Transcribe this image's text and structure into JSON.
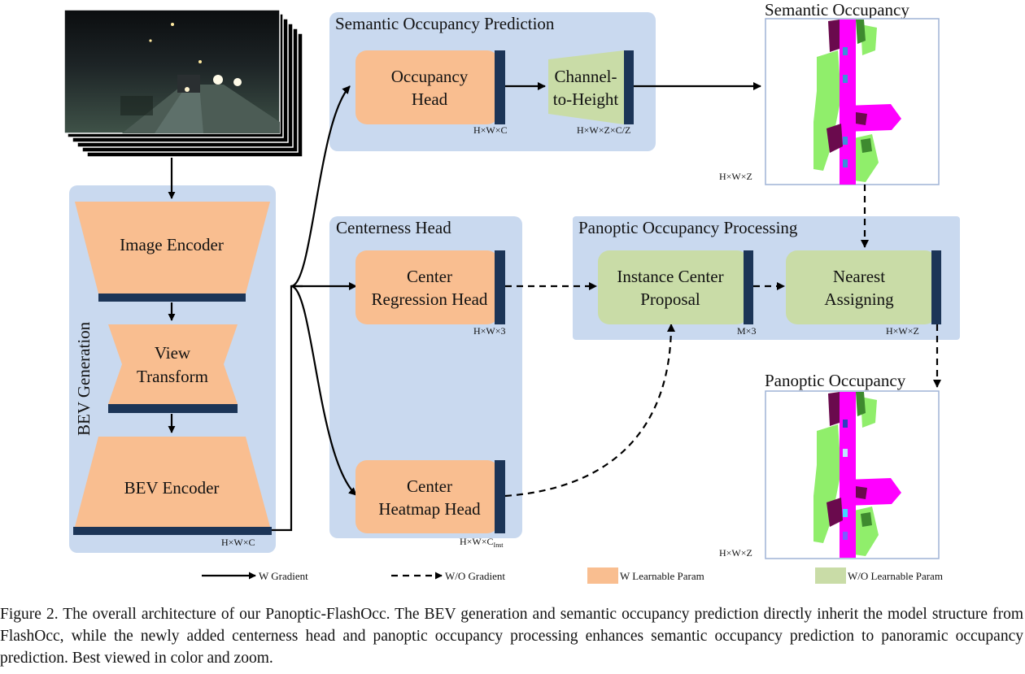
{
  "colors": {
    "panel": "#c9d9ef",
    "learnable": "#f9be90",
    "non_learnable": "#c9dca7",
    "bar": "#1c3557",
    "arrow": "#000000",
    "road": "#ff00ff",
    "vegetation": "#90ee6b",
    "vehicle": "#6a0a4d",
    "terrain": "#3e8a2f",
    "car_blue": "#3b8fd9"
  },
  "camera": {
    "icon": "camera-image-stack-icon"
  },
  "bev": {
    "panel_title": "BEV Generation",
    "image_encoder": "Image Encoder",
    "view_transform": [
      "View",
      "Transform"
    ],
    "bev_encoder": "BEV Encoder",
    "dim": "H×W×C"
  },
  "semantic_pred": {
    "panel_title": "Semantic Occupancy Prediction",
    "occupancy_head": [
      "Occupancy",
      "Head"
    ],
    "occ_dim": "H×W×C",
    "c2h": [
      "Channel-",
      "to-Height"
    ],
    "c2h_dim": "H×W×Z×C/Z"
  },
  "semantic_out": {
    "title": "Semantic Occupancy",
    "dim": "H×W×Z"
  },
  "centerness": {
    "panel_title": "Centerness Head",
    "center_reg": [
      "Center",
      "Regression Head"
    ],
    "reg_dim": "H×W×3",
    "heatmap": [
      "Center",
      "Heatmap Head"
    ],
    "heat_dim_main": "H×W×C",
    "heat_dim_sub": "Inst"
  },
  "panoptic_proc": {
    "panel_title": "Panoptic Occupancy Processing",
    "instance": [
      "Instance Center",
      "Proposal"
    ],
    "inst_dim": "M×3",
    "nearest": [
      "Nearest",
      "Assigning"
    ],
    "near_dim": "H×W×Z"
  },
  "panoptic_out": {
    "title": "Panoptic Occupancy",
    "dim": "H×W×Z"
  },
  "legend": {
    "w_gradient": "W Gradient",
    "wo_gradient": "W/O Gradient",
    "w_learnable": "W Learnable Param",
    "wo_learnable": "W/O Learnable Param"
  },
  "caption": "Figure 2. The overall architecture of our Panoptic-FlashOcc. The BEV generation and semantic occupancy prediction directly inherit the model structure from FlashOcc, while the newly added centerness head and panoptic occupancy processing enhances semantic occupancy prediction to panoramic occupancy prediction. Best viewed in color and zoom."
}
